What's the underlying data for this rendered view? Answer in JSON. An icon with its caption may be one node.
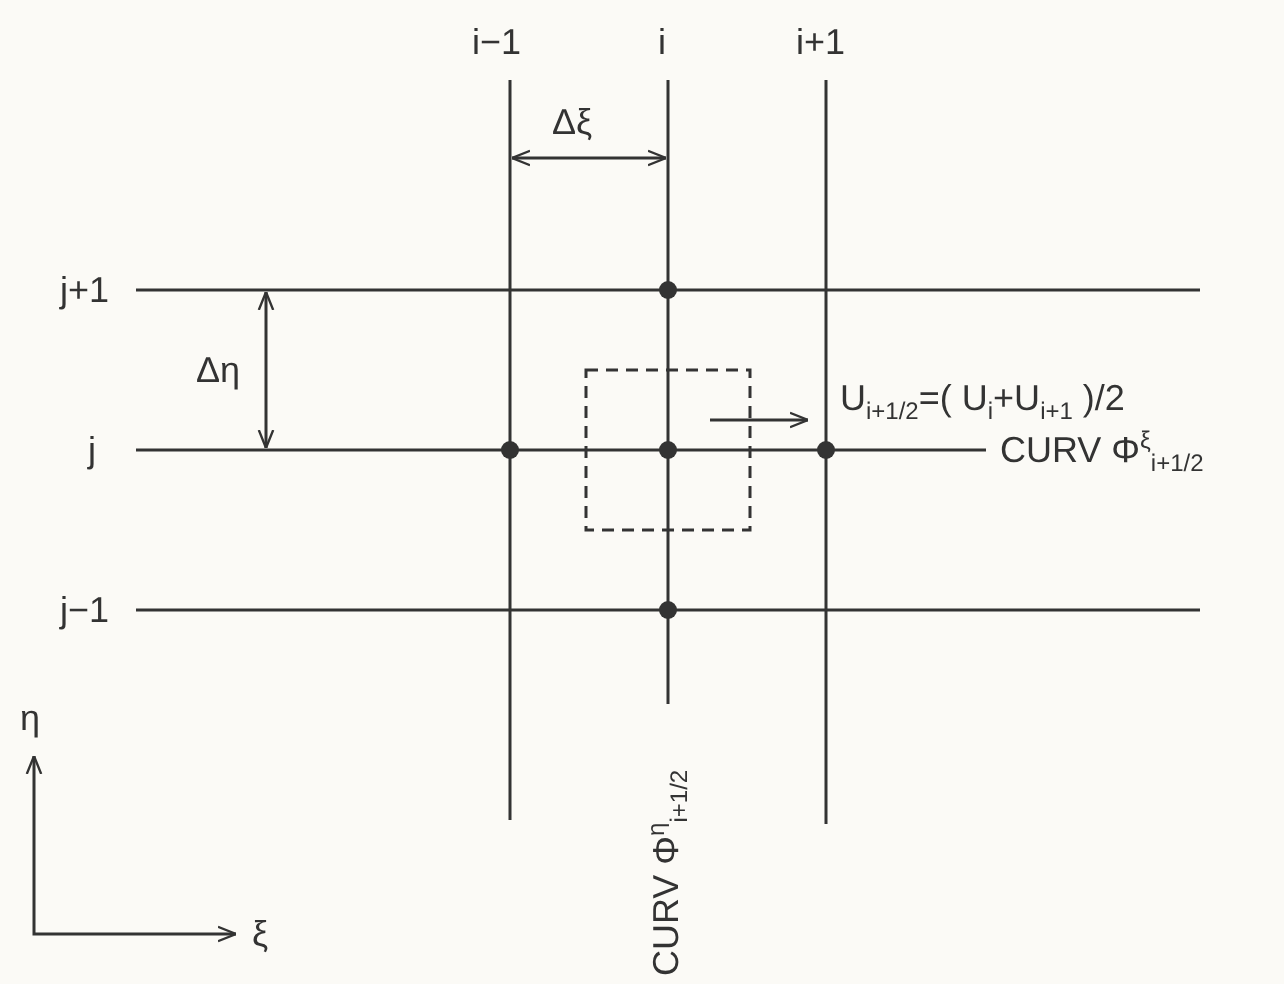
{
  "diagram": {
    "labels": [
      "i−1",
      "i",
      "i+1",
      "Δξ",
      "j+1",
      "Δη",
      "U$_{i+1/2}$=( U$_{i}$+U$_{i+1}$ )/2",
      "j",
      "CURV Φ$^{ξ}$$_{i+1/2}$",
      "j−1",
      "η",
      "CURV Φ$^{η}$$_{i+1/2}$",
      "ξ"
    ]
  }
}
